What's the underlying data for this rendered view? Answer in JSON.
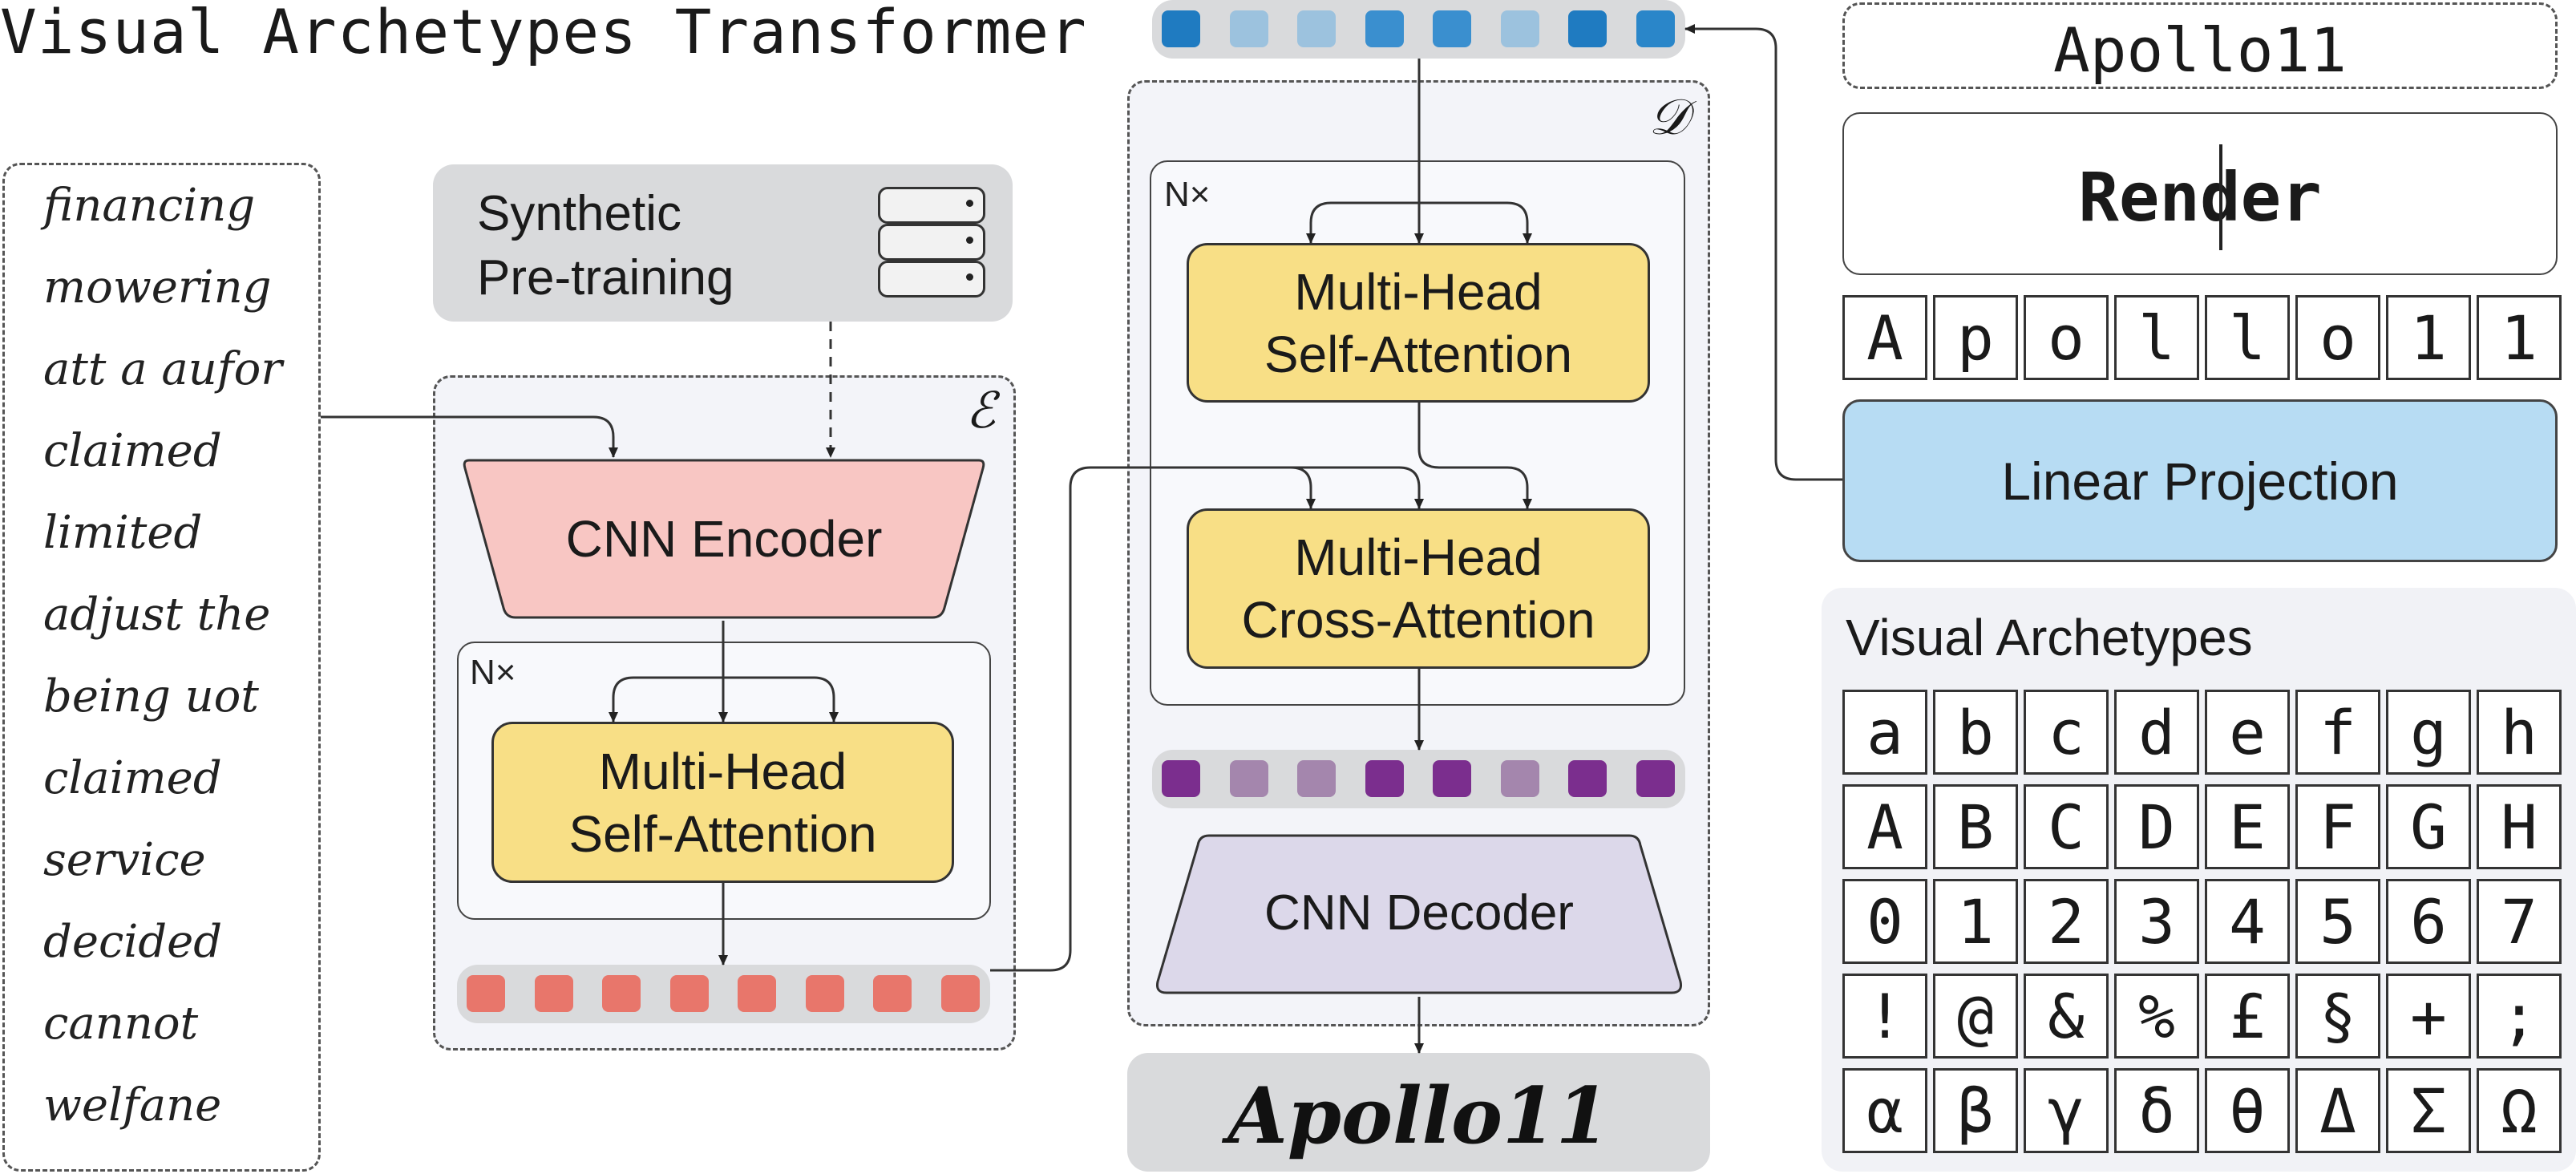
{
  "title": "Visual Archetypes Transformer",
  "handwritten_samples": [
    "financing",
    "mowering",
    "att a aufor",
    "claimed",
    "limited",
    "adjust the",
    "being uot",
    "claimed",
    "service",
    "decided",
    "cannot",
    "welfane"
  ],
  "synthetic_pretraining": "Synthetic\nPre-training",
  "encoder": {
    "symbol": "ℰ",
    "cnn_label": "CNN Encoder",
    "repeat_label": "N×",
    "attention_label": "Multi-Head\nSelf-Attention"
  },
  "decoder": {
    "symbol": "𝒟",
    "repeat_label": "N×",
    "self_attention_label": "Multi-Head\nSelf-Attention",
    "cross_attention_label": "Multi-Head\nCross-Attention",
    "cnn_label": "CNN Decoder"
  },
  "query_text": "Apollo11",
  "render_label": "Render",
  "rendered_chars": [
    "A",
    "p",
    "o",
    "l",
    "l",
    "o",
    "1",
    "1"
  ],
  "linear_projection": "Linear Projection",
  "visual_archetypes": {
    "title": "Visual Archetypes",
    "rows": [
      [
        "a",
        "b",
        "c",
        "d",
        "e",
        "f",
        "g",
        "h"
      ],
      [
        "A",
        "B",
        "C",
        "D",
        "E",
        "F",
        "G",
        "H"
      ],
      [
        "0",
        "1",
        "2",
        "3",
        "4",
        "5",
        "6",
        "7"
      ],
      [
        "!",
        "@",
        "&",
        "%",
        "£",
        "§",
        "+",
        ";"
      ],
      [
        "α",
        "β",
        "γ",
        "δ",
        "θ",
        "Δ",
        "Σ",
        "Ω"
      ]
    ]
  },
  "output_word": "Apollo11",
  "colors": {
    "encoder_tokens": [
      "#e8766b",
      "#e8766b",
      "#e8766b",
      "#e8766b",
      "#e8766b",
      "#e8766b",
      "#e8766b",
      "#e8766b"
    ],
    "query_tokens": [
      "#1f7bc1",
      "#9cc2de",
      "#9cc2de",
      "#3a8fcf",
      "#3a8fcf",
      "#9cc2de",
      "#1f7bc1",
      "#2a86c9"
    ],
    "decoder_tokens": [
      "#7b2e8e",
      "#a486ad",
      "#a486ad",
      "#7b2e8e",
      "#7b2e8e",
      "#a486ad",
      "#7b2e8e",
      "#7b2e8e"
    ],
    "cnn_encoder": "#f8c6c3",
    "cnn_decoder": "#dcd8ea",
    "attention": "#f8df86",
    "projection": "#b7dcf3"
  }
}
